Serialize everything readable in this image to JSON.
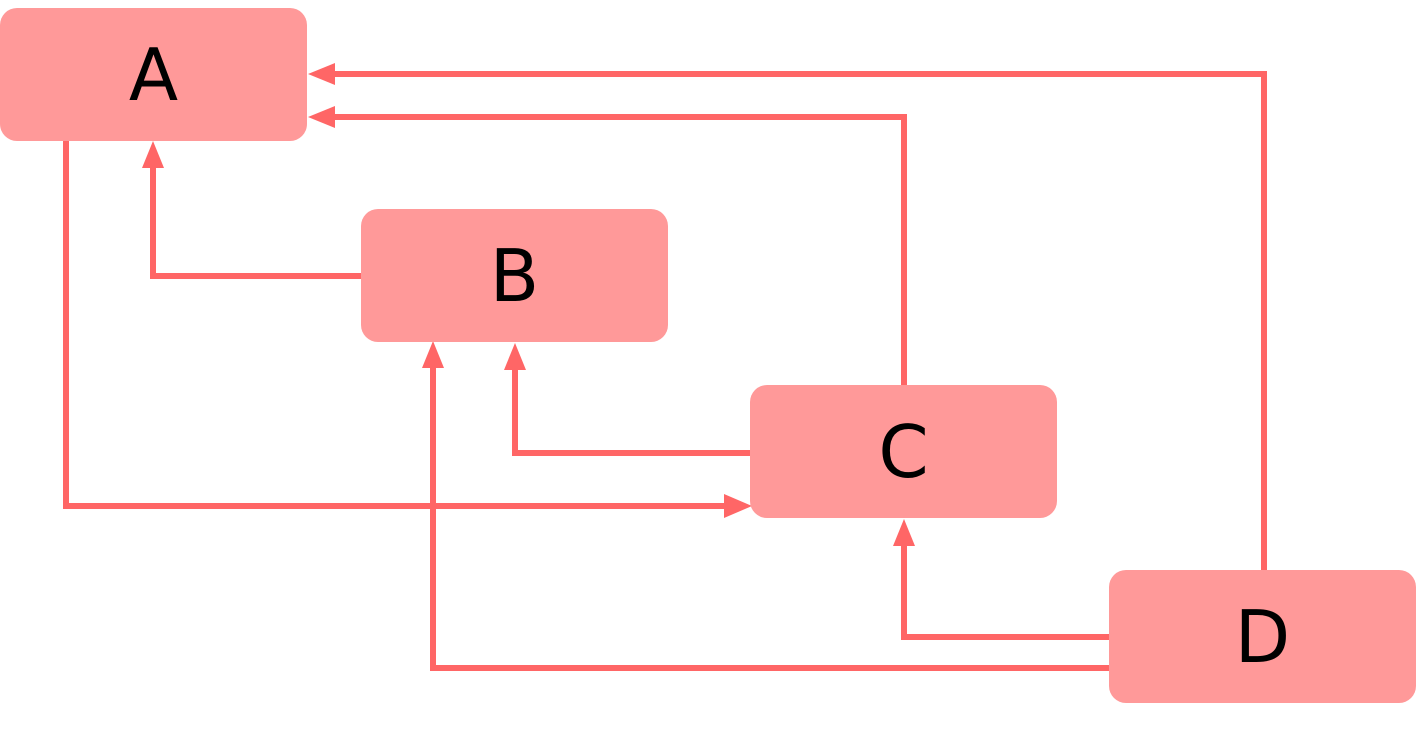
{
  "diagram": {
    "colors": {
      "node_fill": "#ff9999",
      "edge": "#ff6666",
      "label": "#000000"
    },
    "nodes": [
      {
        "id": "a",
        "label": "A"
      },
      {
        "id": "b",
        "label": "B"
      },
      {
        "id": "c",
        "label": "C"
      },
      {
        "id": "d",
        "label": "D"
      }
    ],
    "edges": [
      {
        "from": "B",
        "to": "A"
      },
      {
        "from": "C",
        "to": "A"
      },
      {
        "from": "D",
        "to": "A"
      },
      {
        "from": "A",
        "to": "C"
      },
      {
        "from": "C",
        "to": "B"
      },
      {
        "from": "D",
        "to": "B"
      },
      {
        "from": "D",
        "to": "C"
      }
    ]
  }
}
